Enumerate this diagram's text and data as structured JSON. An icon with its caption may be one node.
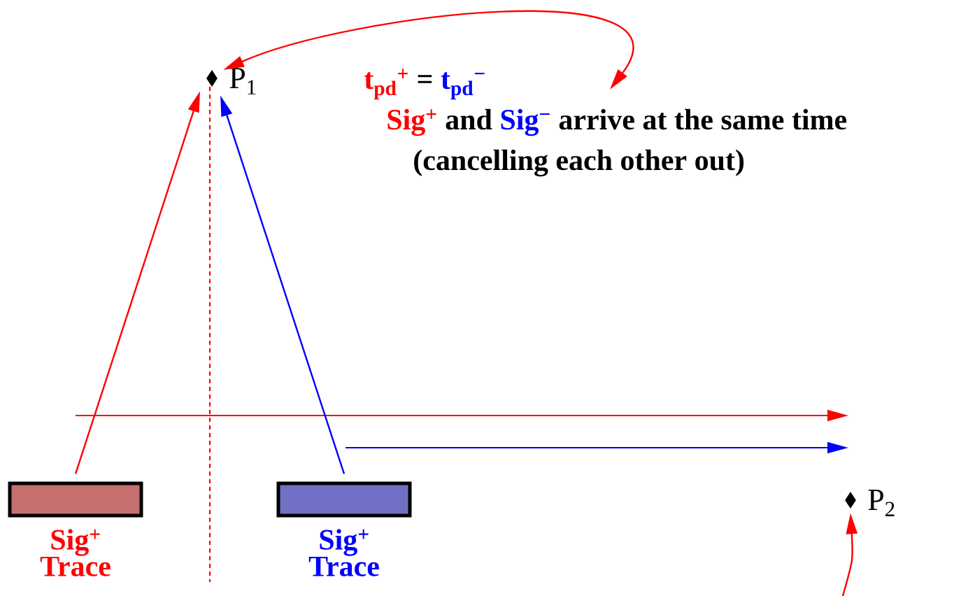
{
  "diagram": {
    "nodes": [
      {
        "text": [],
        "shape": "diamond",
        "beside": [
          "P$_{1}$"
        ]
      },
      {
        "text": [],
        "shape": "diamond",
        "beside": [
          "P$_{2}$"
        ]
      },
      {
        "text": [],
        "shape": "box",
        "beside": [
          "Sig$^{+}$ Trace"
        ]
      },
      {
        "text": [],
        "shape": "box",
        "beside": [
          "Sig$^{+}$ Trace"
        ]
      },
      {
        "text": [
          "t$_{pd}$$^{+}$",
          "=",
          "t$_{pd}$$^{−}$",
          "Sig$^{+}$",
          "and",
          "Sig$^{−}$",
          "arrive at the same time",
          "(cancelling each other out)"
        ]
      }
    ],
    "edges": [
      {
        "from": 2,
        "to": 0,
        "arrow": "to"
      },
      {
        "from": 3,
        "to": 0,
        "arrow": "to",
        "color": "#0000ff"
      },
      {
        "from": 0,
        "to": 4,
        "arrow": "both"
      },
      {
        "from": null,
        "to": 1,
        "arrow": "to"
      }
    ]
  }
}
